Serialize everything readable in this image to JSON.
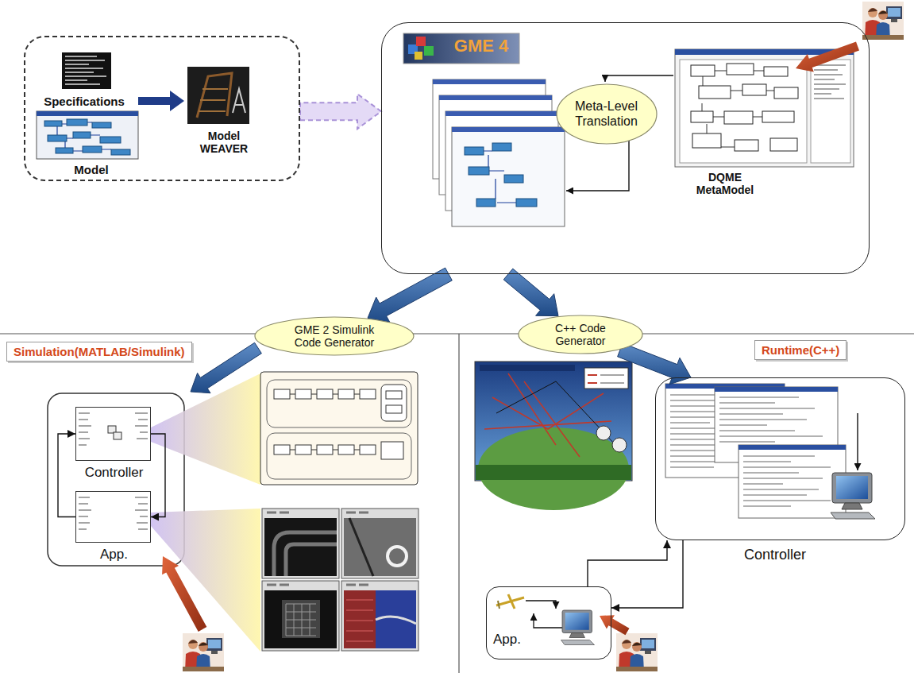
{
  "diagram": {
    "nodes": [
      {
        "text": [
          "Specifications",
          "Model WEAVER",
          "Model"
        ]
      },
      {
        "text": [
          "GME 4",
          "DQME MetaModel"
        ]
      },
      {
        "text": [
          "Meta-Level Translation"
        ],
        "in": 1
      },
      {
        "text": [
          "GME 2 Simulink Code Generator"
        ]
      },
      {
        "text": [
          "C++ Code Generator"
        ]
      },
      {
        "text": [
          "Simulation(MATLAB/Simulink)"
        ]
      },
      {
        "text": [
          "Controller"
        ]
      },
      {
        "text": [
          "App."
        ]
      },
      {
        "text": [
          "Runtime(C++)"
        ]
      },
      {
        "text": [
          "Controller"
        ]
      },
      {
        "text": [
          "App."
        ]
      }
    ],
    "edges": [
      {
        "from": 0,
        "to": 1,
        "arrow": "to"
      },
      {
        "from": 1,
        "to": 3,
        "arrow": "to"
      },
      {
        "from": 1,
        "to": 4,
        "arrow": "to"
      },
      {
        "from": 6,
        "to": 7,
        "arrow": "to"
      },
      {
        "from": 7,
        "to": 6,
        "arrow": "to"
      },
      {
        "from": 4,
        "to": 9,
        "arrow": "to"
      },
      {
        "from": 9,
        "to": 10,
        "arrow": "to"
      },
      {
        "from": 10,
        "to": 9,
        "arrow": "to"
      }
    ]
  }
}
